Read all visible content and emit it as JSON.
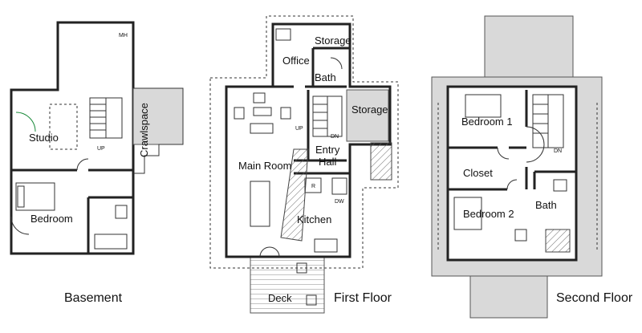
{
  "basement": {
    "caption": "Basement",
    "rooms": {
      "studio": "Studio",
      "bedroom": "Bedroom",
      "crawlspace": "Crawlspace"
    },
    "labels": {
      "up": "UP",
      "mh": "MH"
    }
  },
  "first_floor": {
    "caption": "First Floor",
    "rooms": {
      "storage_top": "Storage",
      "office": "Office",
      "bath": "Bath",
      "main_room": "Main Room",
      "storage_right": "Storage",
      "entry": "Entry",
      "hall": "Hall",
      "kitchen": "Kitchen",
      "deck": "Deck"
    },
    "labels": {
      "up": "UP",
      "dn": "DN",
      "r": "R",
      "dw": "DW"
    }
  },
  "second_floor": {
    "caption": "Second Floor",
    "rooms": {
      "bedroom1": "Bedroom 1",
      "closet": "Closet",
      "bedroom2": "Bedroom 2",
      "bath": "Bath"
    },
    "labels": {
      "dn": "DN"
    }
  }
}
